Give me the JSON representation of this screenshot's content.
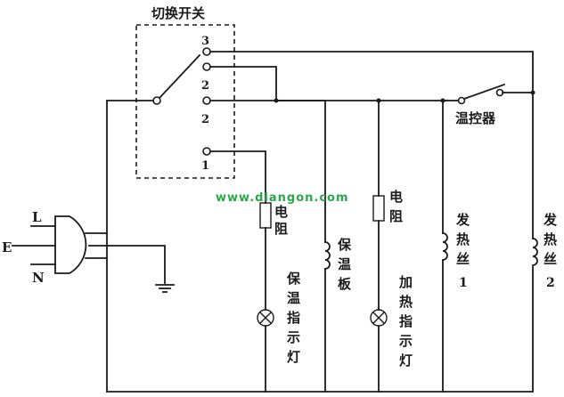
{
  "labels": {
    "switch_title": "切换开关",
    "pos3": "3",
    "pos2a": "2",
    "pos2b": "2",
    "pos1": "1",
    "L": "L",
    "E": "E",
    "N": "N",
    "thermostat": "温控器",
    "resistor_left_1": "电",
    "resistor_left_2": "阻",
    "resistor_right_1": "电",
    "resistor_right_2": "阻",
    "keep_warm_plate": [
      "保",
      "温",
      "板"
    ],
    "keep_warm_lamp": [
      "保",
      "温",
      "指",
      "示",
      "灯"
    ],
    "heating_lamp": [
      "加",
      "热",
      "指",
      "示",
      "灯"
    ],
    "heater1": [
      "发",
      "热",
      "丝",
      "1"
    ],
    "heater2": [
      "发",
      "热",
      "丝",
      "2"
    ],
    "watermark": "www.diangon.com"
  }
}
